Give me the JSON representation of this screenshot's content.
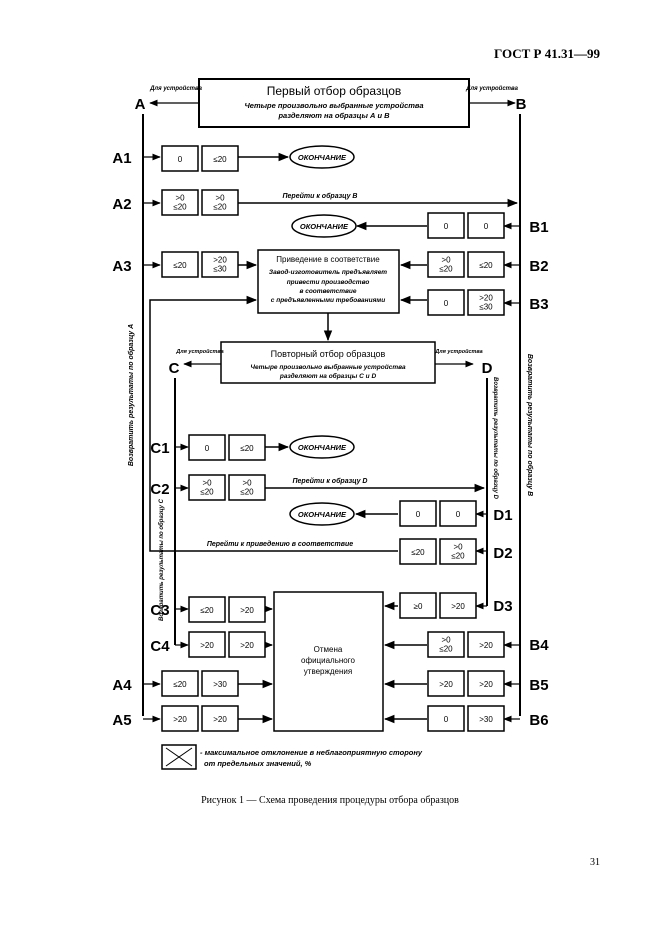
{
  "header": {
    "standard": "ГОСТ Р 41.31—99"
  },
  "first_sampling": {
    "title": "Первый отбор образцов",
    "line1": "Четыре произвольно выбранные устройства",
    "line2": "разделяют на образцы А и В"
  },
  "side_labels": {
    "to_device_left": "Для устройства",
    "to_device_right": "Для устройства"
  },
  "letters": {
    "A": "A",
    "B": "B",
    "C": "C",
    "D": "D",
    "A1": "A1",
    "A2": "A2",
    "A3": "A3",
    "A4": "A4",
    "A5": "A5",
    "B1": "B1",
    "B2": "B2",
    "B3": "B3",
    "B4": "B4",
    "B5": "B5",
    "B6": "B6",
    "C1": "C1",
    "C2": "C2",
    "C3": "C3",
    "C4": "C4",
    "D1": "D1",
    "D2": "D2",
    "D3": "D3"
  },
  "ending": "ОКОНЧАНИЕ",
  "notes": {
    "go_to_B": "Перейти к образцу B",
    "go_to_D": "Перейти к образцу D",
    "go_to_compliance": "Перейти к приведению в соответствие",
    "return_A": "Возвратить результаты по образцу А",
    "return_B": "Возвратить результаты по образцу В",
    "return_C": "Возвратить результаты по образцу С",
    "return_D": "Возвратить результаты по образцу D"
  },
  "compliance": {
    "title": "Приведение в соответствие",
    "line1": "Завод-изготовитель предъявляет",
    "line2": "привести производство",
    "line3": "в соответствие",
    "line4": "с предъявленными требованиями"
  },
  "repeat_sampling": {
    "title": "Повторный отбор образцов",
    "line1": "Четыре произвольно выбранные устройства",
    "line2": "разделяют на образцы С и D"
  },
  "cancel": {
    "line1": "Отмена",
    "line2": "официального",
    "line3": "утверждения"
  },
  "values": {
    "A1": [
      "0",
      "≤20"
    ],
    "A2": [
      ">0|≤20",
      ">0|≤20"
    ],
    "A3": [
      "≤20",
      ">20|≤30"
    ],
    "A4": [
      "≤20",
      ">30"
    ],
    "A5": [
      ">20",
      ">20"
    ],
    "B1": [
      "0",
      "0"
    ],
    "B2": [
      ">0|≤20",
      "≤20"
    ],
    "B3": [
      "0",
      ">20|≤30"
    ],
    "B4": [
      ">0|≤20",
      ">20"
    ],
    "B5": [
      ">20",
      ">20"
    ],
    "B6": [
      "0",
      ">30"
    ],
    "C1": [
      "0",
      "≤20"
    ],
    "C2": [
      ">0|≤20",
      ">0|≤20"
    ],
    "C3": [
      "≤20",
      ">20"
    ],
    "C4": [
      ">20",
      ">20"
    ],
    "D1": [
      "0",
      "0"
    ],
    "D2": [
      "≤20",
      ">0|≤20"
    ],
    "D3": [
      "≥0",
      ">20"
    ]
  },
  "legend": {
    "line1": "- максимальное отклонение в неблагоприятную сторону",
    "line2": "от предельных значений, %"
  },
  "caption": "Рисунок 1 — Схема проведения процедуры отбора образцов",
  "page_number": "31"
}
